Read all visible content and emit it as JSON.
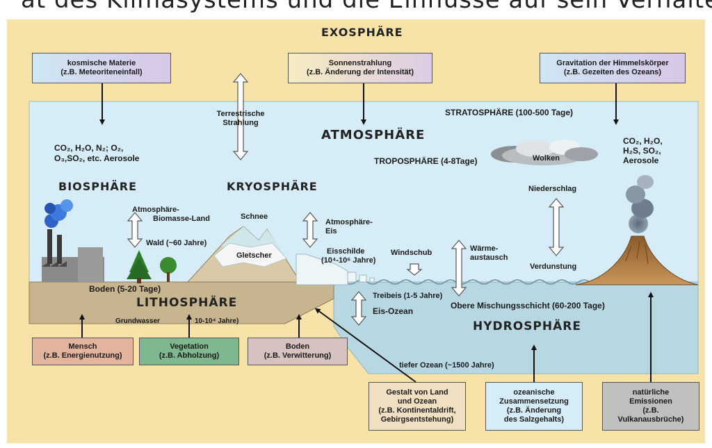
{
  "cut_title": "ät des Klimasystems und die Einflüsse auf sein Verhalten",
  "colors": {
    "background": "#f7e3a8",
    "atmosphere": "#d6ecf6",
    "land": "#c6b58e",
    "ocean": "#b7d8e2"
  },
  "spheres": {
    "exosphaere": "EXOSPHÄRE",
    "atmosphaere": "ATMOSPHÄRE",
    "biosphaere": "BIOSPHÄRE",
    "kryosphaere": "KRYOSPHÄRE",
    "lithosphaere": "LITHOSPHÄRE",
    "hydrosphaere": "HYDROSPHÄRE"
  },
  "layers": {
    "stratosphaere": "STRATOSPHÄRE (100-500 Tage)",
    "troposphaere": "TROPOSPHÄRE (4-8Tage)"
  },
  "top_boxes": [
    {
      "line1": "kosmische Materie",
      "line2": "(z.B. Meteoriteneinfall)"
    },
    {
      "line1": "Sonnenstrahlung",
      "line2": "(z.B. Änderung der Intensität)"
    },
    {
      "line1": "Gravitation der Himmelskörper",
      "line2": "(z.B. Gezeiten des Ozeans)"
    }
  ],
  "bottom_boxes": [
    {
      "line1": "Mensch",
      "line2": "(z.B. Energienutzung)"
    },
    {
      "line1": "Vegetation",
      "line2": "(z.B. Abholzung)"
    },
    {
      "line1": "Boden",
      "line2": "(z.B. Verwitterung)"
    },
    {
      "line1": "Gestalt von Land",
      "line2": "und Ozean",
      "line3": "(z.B. Kontinentaldrift,",
      "line4": "Gebirgsentstehung)"
    },
    {
      "line1": "ozeanische",
      "line2": "Zusammensetzung",
      "line3": "(z.B. Änderung",
      "line4": "des Salzgehalts)"
    },
    {
      "line1": "natürliche",
      "line2": "Emissionen",
      "line3": "(z.B.",
      "line4": "Vulkanausbrüche)"
    }
  ],
  "labels": {
    "terrestrische1": "Terrestrische",
    "terrestrische2": "Strahlung",
    "bio_gases1": "CO₂, H₂O, N₂; O₂,",
    "bio_gases2": "O₃,SO₂, etc. Aerosole",
    "atm_bio1": "Atmosphäre-",
    "atm_bio2": "Biomasse-Land",
    "wald": "Wald (~60 Jahre)",
    "schnee": "Schnee",
    "gletscher": "Gletscher",
    "atm_eis1": "Atmosphäre-",
    "atm_eis2": "Eis",
    "eisschilde1": "Eisschilde",
    "eisschilde2": "(10⁴-10⁶ Jahre)",
    "windschub": "Windschub",
    "waerme1": "Wärme-",
    "waerme2": "austausch",
    "wolken": "Wolken",
    "niederschlag": "Niederschlag",
    "verdunstung": "Verdunstung",
    "volc_gases1": "CO₂, H₂O,",
    "volc_gases2": "H₂S, SO₂,",
    "volc_gases3": "Aerosole",
    "boden": "Boden (5-20 Tage)",
    "grundwasser": "Grundwasser",
    "grundwasser_time": "10-10⁴ Jahre)",
    "treibeis": "Treibeis (1-5 Jahre)",
    "eis_ozean": "Eis-Ozean",
    "mischung": "Obere Mischungsschicht (60-200 Tage)",
    "tiefer_ozean": "tiefer Ozean (~1500 Jahre)"
  }
}
